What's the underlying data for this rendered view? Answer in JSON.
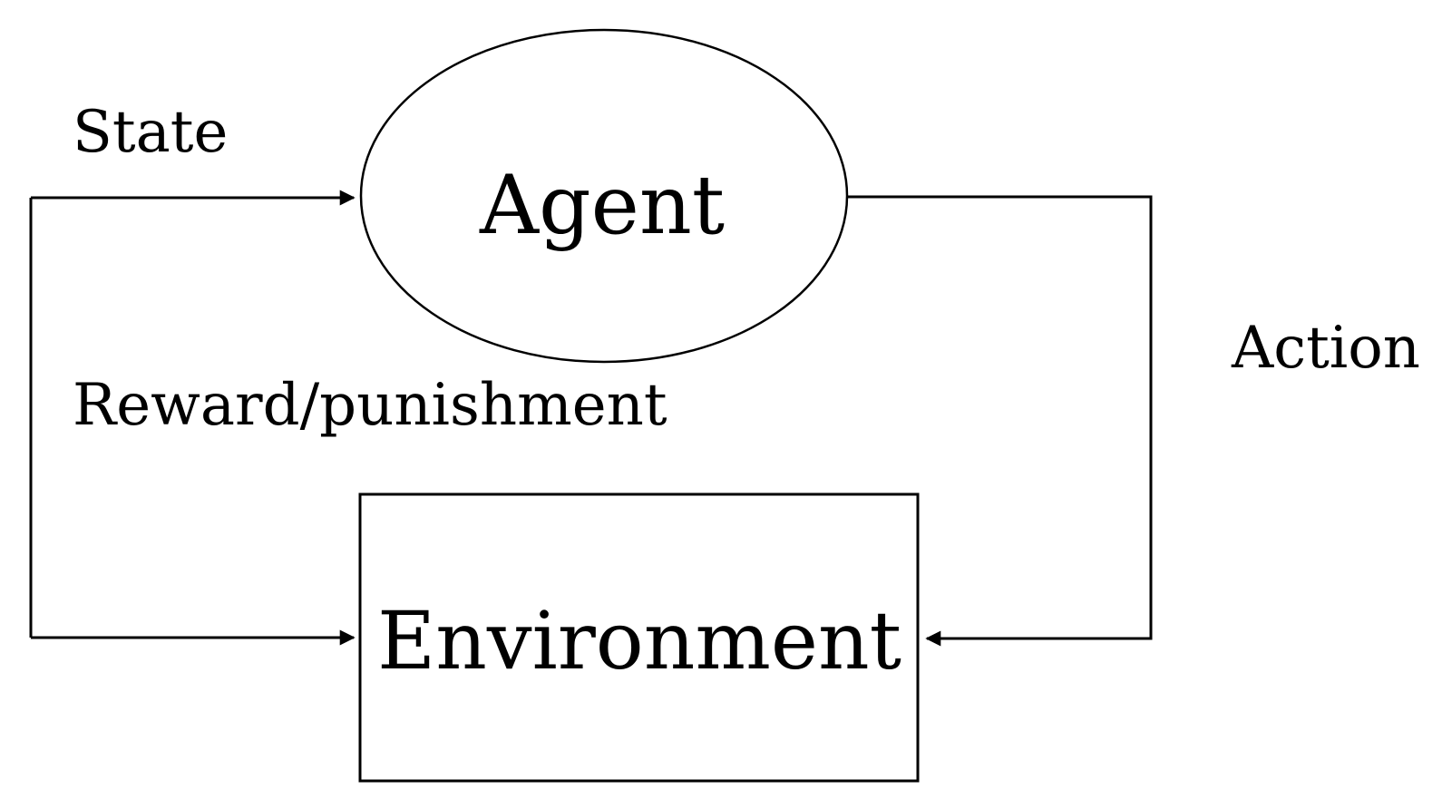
{
  "diagram": {
    "type": "flow-diagram",
    "title": "reinforcement-learning loop",
    "background_color": "#ffffff",
    "stroke_color": "#000000",
    "nodes": [
      {
        "id": "agent",
        "shape": "ellipse",
        "label": "Agent"
      },
      {
        "id": "environment",
        "shape": "rectangle",
        "label": "Environment"
      }
    ],
    "edges": [
      {
        "id": "state",
        "label": "State",
        "points_to": "agent",
        "side": "left-top"
      },
      {
        "id": "reward",
        "label": "Reward/punishment",
        "points_to": "environment",
        "side": "left-bottom"
      },
      {
        "id": "action",
        "label": "Action",
        "from": "agent",
        "points_to": "environment",
        "side": "right"
      }
    ]
  }
}
